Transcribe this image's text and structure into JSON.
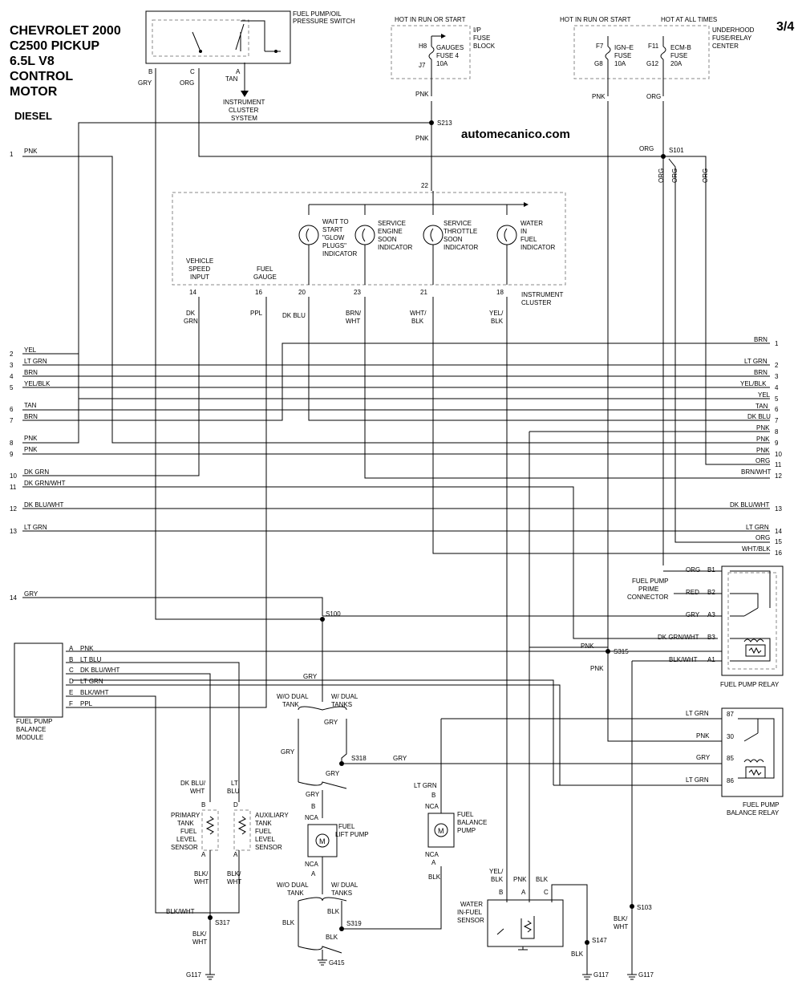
{
  "header": {
    "title_lines": [
      "CHEVROLET 2000",
      "C2500 PICKUP",
      "6.5L V8",
      "CONTROL",
      "MOTOR"
    ],
    "subtitle": "DIESEL",
    "page": "3/4",
    "watermark": "automecanico.com"
  },
  "components": {
    "fuel_pump_oil_switch": "FUEL PUMP/OIL PRESSURE SWITCH",
    "ip_fuse_block": "I/P FUSE BLOCK",
    "underhood_fuse_center": "UNDERHOOD FUSE/RELAY CENTER",
    "instrument_cluster": "INSTRUMENT CLUSTER",
    "instrument_cluster_system": "INSTRUMENT CLUSTER SYSTEM",
    "fuel_pump_relay": "FUEL PUMP RELAY",
    "fuel_pump_balance_relay": "FUEL PUMP BALANCE RELAY",
    "fuel_pump_balance_module": "FUEL PUMP BALANCE MODULE",
    "fuel_pump_prime_connector": "FUEL PUMP PRIME CONNECTOR",
    "fuel_lift_pump": "FUEL LIFT PUMP",
    "fuel_balance_pump": "FUEL BALANCE PUMP",
    "water_in_fuel_sensor": "WATER IN-FUEL SENSOR",
    "primary_sensor": "PRIMARY TANK FUEL LEVEL SENSOR",
    "aux_sensor": "AUXILIARY TANK FUEL LEVEL SENSOR"
  },
  "power": {
    "hot_run_start": "HOT IN RUN OR START",
    "hot_all_times": "HOT AT ALL TIMES",
    "gauges_fuse": "GAUGES FUSE 4 10A",
    "ign_e_fuse": "IGN-E FUSE 10A",
    "ecm_b_fuse": "ECM-B FUSE 20A"
  },
  "indicators": [
    {
      "label": "WAIT TO START \"GLOW PLUGS\" INDICATOR",
      "pin": "20",
      "wire": "DK BLU"
    },
    {
      "label": "SERVICE ENGINE SOON INDICATOR",
      "pin": "23",
      "wire": "BRN/ WHT"
    },
    {
      "label": "SERVICE THROTTLE SOON INDICATOR",
      "pin": "21",
      "wire": "WHT/ BLK"
    },
    {
      "label": "WATER IN FUEL INDICATOR",
      "pin": "18",
      "wire": "YEL/ BLK"
    }
  ],
  "cluster_inputs": [
    {
      "label": "VEHICLE SPEED INPUT",
      "pin": "14",
      "wire": "DK GRN"
    },
    {
      "label": "FUEL GAUGE",
      "pin": "16",
      "wire": "PPL"
    }
  ],
  "splices": [
    "S213",
    "S101",
    "S100",
    "S315",
    "S318",
    "S319",
    "S317",
    "S147",
    "S103"
  ],
  "grounds": [
    "G415",
    "G117",
    "G117",
    "G117"
  ],
  "left_terminals": [
    {
      "n": "1",
      "wire": "PNK"
    },
    {
      "n": "2",
      "wire": "YEL"
    },
    {
      "n": "3",
      "wire": "LT GRN"
    },
    {
      "n": "4",
      "wire": "BRN"
    },
    {
      "n": "5",
      "wire": "YEL/BLK"
    },
    {
      "n": "6",
      "wire": "TAN"
    },
    {
      "n": "7",
      "wire": "BRN"
    },
    {
      "n": "8",
      "wire": "PNK"
    },
    {
      "n": "9",
      "wire": "PNK"
    },
    {
      "n": "10",
      "wire": "DK GRN"
    },
    {
      "n": "11",
      "wire": "DK GRN/WHT"
    },
    {
      "n": "12",
      "wire": "DK BLU/WHT"
    },
    {
      "n": "13",
      "wire": "LT GRN"
    },
    {
      "n": "14",
      "wire": "GRY"
    }
  ],
  "right_terminals": [
    {
      "n": "1",
      "wire": "BRN"
    },
    {
      "n": "2",
      "wire": "LT GRN"
    },
    {
      "n": "3",
      "wire": "BRN"
    },
    {
      "n": "4",
      "wire": "YEL/BLK"
    },
    {
      "n": "5",
      "wire": "YEL"
    },
    {
      "n": "6",
      "wire": "TAN"
    },
    {
      "n": "7",
      "wire": "DK BLU"
    },
    {
      "n": "8",
      "wire": "PNK"
    },
    {
      "n": "9",
      "wire": "PNK"
    },
    {
      "n": "10",
      "wire": "PNK"
    },
    {
      "n": "11",
      "wire": "ORG"
    },
    {
      "n": "12",
      "wire": "BRN/WHT"
    },
    {
      "n": "13",
      "wire": "DK BLU/WHT"
    },
    {
      "n": "14",
      "wire": "LT GRN"
    },
    {
      "n": "15",
      "wire": "ORG"
    },
    {
      "n": "16",
      "wire": "WHT/BLK"
    }
  ],
  "relay1_pins": [
    {
      "pin": "B1",
      "wire": "ORG"
    },
    {
      "pin": "B2",
      "wire": "RED"
    },
    {
      "pin": "A3",
      "wire": "GRY"
    },
    {
      "pin": "B3",
      "wire": "DK GRN/WHT"
    },
    {
      "pin": "A1",
      "wire": "BLK/WHT"
    }
  ],
  "relay2_pins": [
    {
      "pin": "87",
      "wire": "LT GRN"
    },
    {
      "pin": "30",
      "wire": "PNK"
    },
    {
      "pin": "85",
      "wire": "GRY"
    },
    {
      "pin": "86",
      "wire": "LT GRN"
    }
  ],
  "module_pins": [
    {
      "pin": "A",
      "wire": "PNK"
    },
    {
      "pin": "B",
      "wire": "LT BLU"
    },
    {
      "pin": "C",
      "wire": "DK BLU/WHT"
    },
    {
      "pin": "D",
      "wire": "LT GRN"
    },
    {
      "pin": "E",
      "wire": "BLK/WHT"
    },
    {
      "pin": "F",
      "wire": "PPL"
    }
  ]
}
